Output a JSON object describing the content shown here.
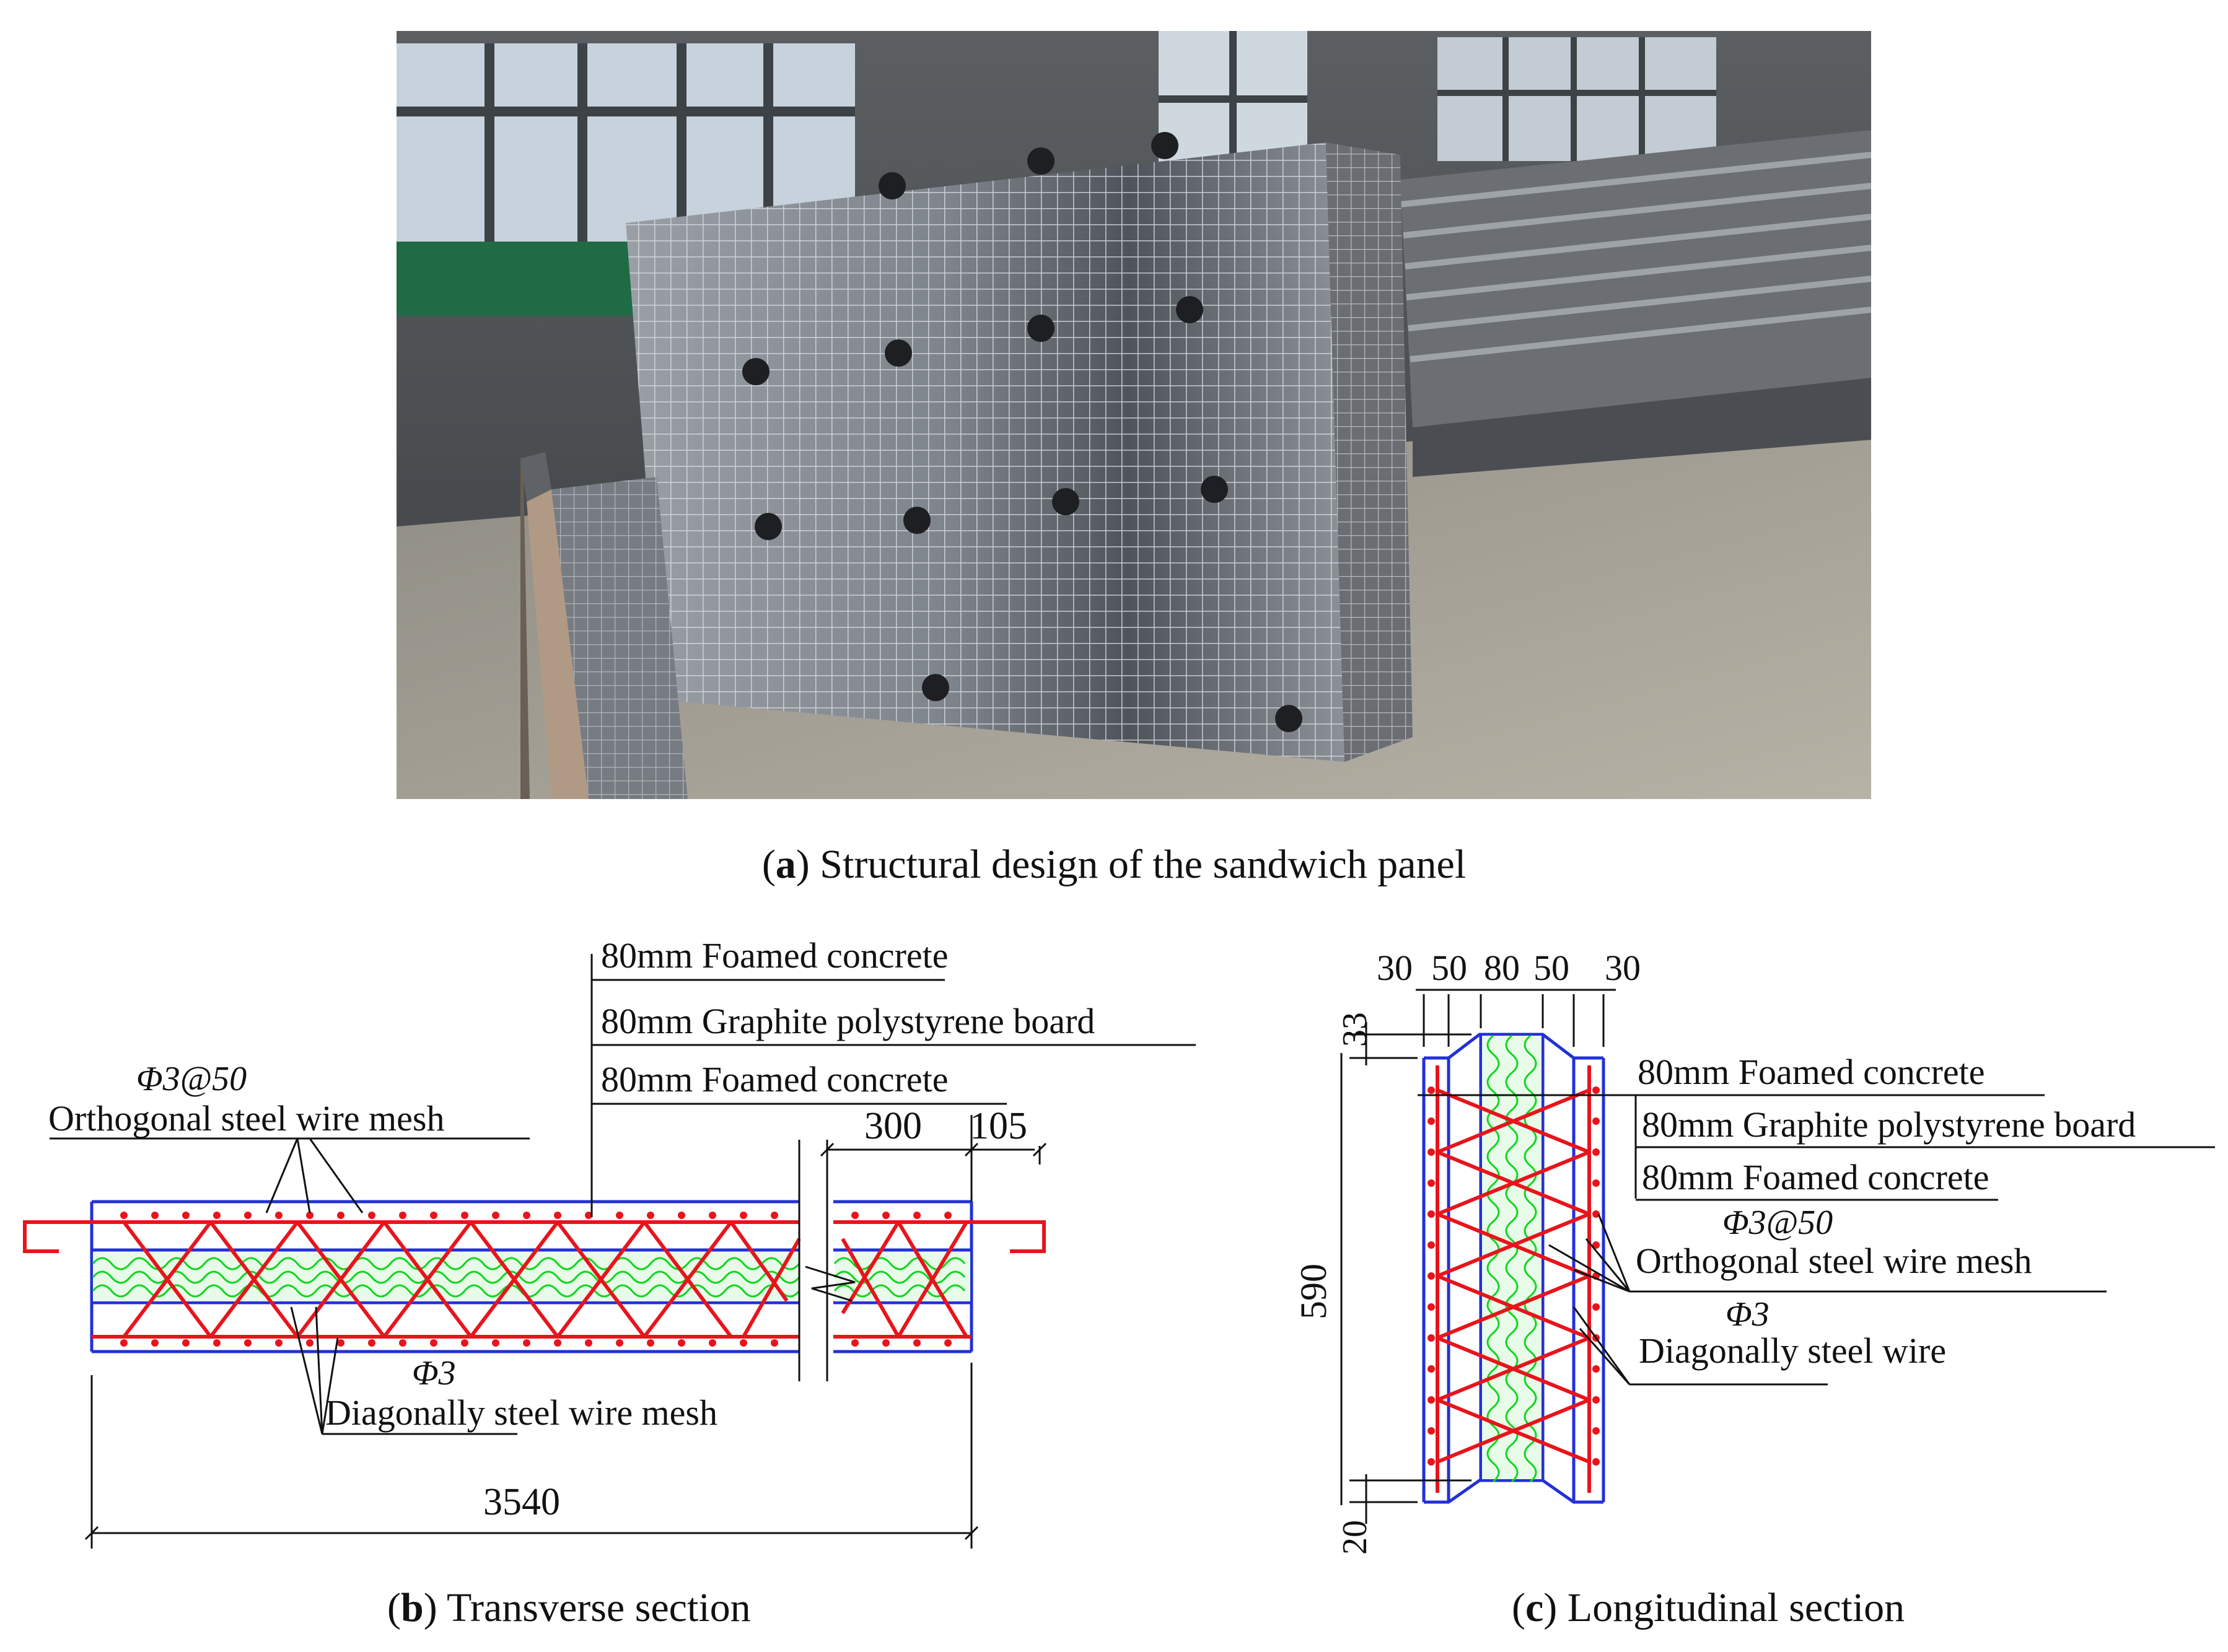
{
  "figure": {
    "panel_a": {
      "letter": "a",
      "caption": "Structural design of the sandwich panel"
    },
    "panel_b": {
      "letter": "b",
      "caption": "Transverse section"
    },
    "panel_c": {
      "letter": "c",
      "caption": "Longitudinal section"
    }
  },
  "transverse": {
    "layer_top": "80mm Foamed concrete",
    "layer_mid": "80mm Graphite polystyrene board",
    "layer_bottom": "80mm Foamed concrete",
    "mesh_spec": "Φ3@50",
    "mesh_label": "Orthogonal steel wire mesh",
    "diag_spec": "Φ3",
    "diag_label": "Diagonally steel wire mesh",
    "dim_total": "3540",
    "dim_300": "300",
    "dim_105": "105"
  },
  "longitudinal": {
    "dims_top": [
      "30",
      "50",
      "80",
      "50",
      "30"
    ],
    "dim_33": "33",
    "dim_590": "590",
    "dim_20": "20",
    "layer_top": "80mm Foamed concrete",
    "layer_mid": "80mm Graphite polystyrene board",
    "layer_bottom": "80mm Foamed concrete",
    "mesh_spec": "Φ3@50",
    "mesh_label": "Orthogonal steel wire mesh",
    "diag_spec": "Φ3",
    "diag_label": "Diagonally steel wire"
  },
  "colors": {
    "steel": "#e8141c",
    "insulation": "#10d620",
    "concrete_outline": "#2230d8",
    "leader": "#111111"
  }
}
